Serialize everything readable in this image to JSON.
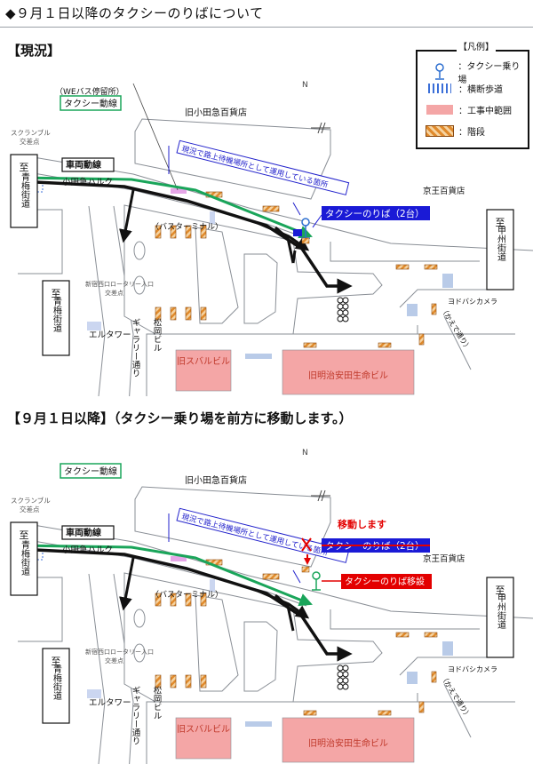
{
  "page": {
    "title": "◆９月１日以降のタクシーのりばについて"
  },
  "legend": {
    "title": "【凡例】",
    "items": [
      {
        "icon": "taxi-stand-icon",
        "label": "：タクシー乗り場"
      },
      {
        "icon": "crosswalk-icon",
        "label": "：横断歩道"
      },
      {
        "icon": "construction-area-icon",
        "label": "：工事中範囲"
      },
      {
        "icon": "stairs-icon",
        "label": "：階段"
      }
    ]
  },
  "map_labels": {
    "north": "N",
    "we_bus_stop": "（WEバス停留所）",
    "taxi_route": "タクシー動線",
    "vehicle_route": "車両動線",
    "scramble": "スクランブル",
    "scramble_2": "交差点",
    "odakyu_dept": "旧小田急百貨店",
    "odakyu_halc": "小田急ハルク",
    "bus_terminal": "（バスターミナル）",
    "keio_dept": "京王百貨店",
    "waiting_area": "現況で路上待機場所として運用している箇所",
    "to_ome_1": "至",
    "to_ome_2": "青梅街道",
    "to_koshu_1": "至",
    "to_koshu_2": "甲州街道",
    "rotary_1": "新宿西口ロータリー入口",
    "rotary_2": "交差点",
    "elle_tower": "エルタワー",
    "gallery_street": "ギャラリー通り",
    "matsuoka_bldg": "松岡ビル",
    "subaru_bldg": "旧スバルビル",
    "meiji_yasuda": "旧明治安田生命ビル",
    "yodobashi": "ヨドバシカメラ",
    "kamome_street": "（かえで通り）"
  },
  "current": {
    "heading": "【現況】",
    "taxi_stand": "タクシーのりば（2台）"
  },
  "after": {
    "heading": "【９月１日以降】（タクシー乗り場を前方に移動します。）",
    "moving": "移動します",
    "old_stand": "タクシーのりば（2台）",
    "relocation": "タクシーのりば移設"
  },
  "colors": {
    "taxi_route": "#1aa55a",
    "vehicle_route": "#111111",
    "callout_blue": "#2222cc",
    "stand_bg": "#1a1ad6",
    "construction": "#f4a6a6",
    "relocation_red": "#e30000",
    "crosswalk": "#3b6fd8"
  }
}
